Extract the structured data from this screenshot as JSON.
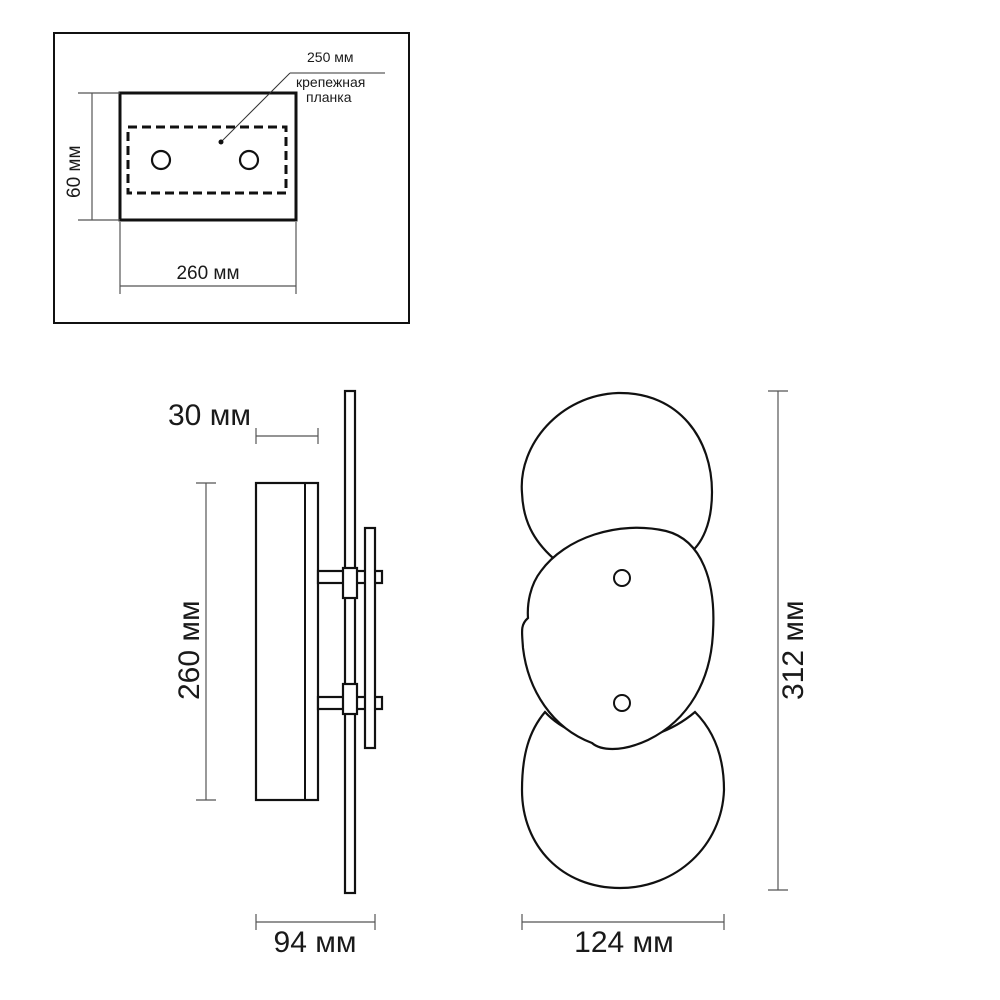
{
  "top_view": {
    "width_label": "260 мм",
    "depth_label": "60 мм",
    "plate_size_label": "250 мм",
    "plate_label_line1": "крепежная",
    "plate_label_line2": "планка"
  },
  "side_view": {
    "projection_label": "30 мм",
    "height_label": "260 мм",
    "depth_label": "94 мм"
  },
  "front_view": {
    "width_label": "124 мм",
    "height_label": "312 мм"
  }
}
